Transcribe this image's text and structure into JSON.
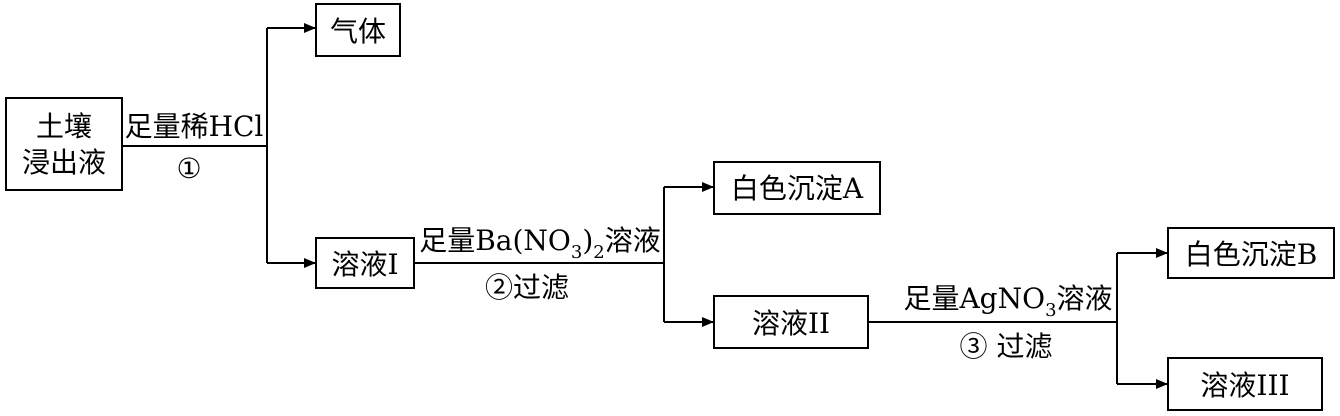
{
  "nodes": {
    "soil": {
      "line1": "土壤",
      "line2": "浸出液"
    },
    "gas": "气体",
    "sol1": "溶液I",
    "whiteA": "白色沉淀A",
    "sol2": "溶液II",
    "whiteB": "白色沉淀B",
    "sol3": "溶液III"
  },
  "edges": {
    "e1": {
      "reagent": "足量稀HCl",
      "step": "①"
    },
    "e2": {
      "reagent_a": "足量Ba(NO",
      "reagent_sub": "3",
      "reagent_b": ")",
      "reagent_sub2": "2",
      "reagent_c": "溶液",
      "step": "②过滤"
    },
    "e3": {
      "reagent_a": "足量AgNO",
      "reagent_sub": "3",
      "reagent_c": "溶液",
      "step": "③ 过滤"
    }
  }
}
